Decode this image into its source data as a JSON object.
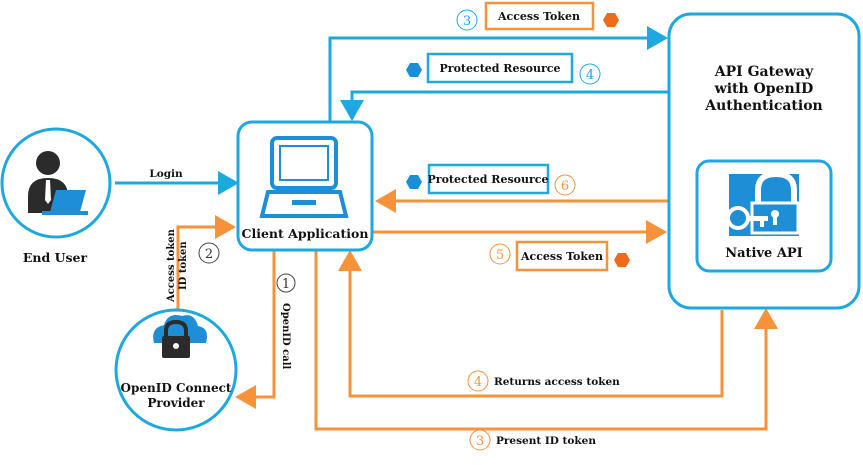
{
  "colors": {
    "blue": "#1ea8e0",
    "orange": "#f5923a",
    "hex_orange": "#ee6b1c",
    "hex_blue": "#1a8fd6",
    "dark": "#2b2b2b"
  },
  "nodes": {
    "end_user": "End User",
    "client": "Client Application",
    "provider_line1": "OpenID Connect",
    "provider_line2": "Provider",
    "gateway_line1": "API Gateway",
    "gateway_line2": "with OpenID",
    "gateway_line3": "Authentication",
    "native_api": "Native API"
  },
  "labels": {
    "login": "Login",
    "access_token_top": "Access Token",
    "protected_resource_top": "Protected Resource",
    "protected_resource_mid": "Protected Resource",
    "access_token_mid": "Access Token",
    "access_token_vertical": "Access token",
    "id_token_vertical": "ID token",
    "openid_call": "OpenID call",
    "returns_access_token": "Returns access token",
    "present_id_token": "Present ID token"
  },
  "steps": {
    "s1": "1",
    "s2": "2",
    "s3_top": "3",
    "s4_top": "4",
    "s5": "5",
    "s6": "6",
    "s4_bottom": "4",
    "s3_bottom": "3"
  },
  "icons": {
    "user": "person-at-laptop-icon",
    "laptop": "laptop-icon",
    "cloud_lock": "cloud-lock-icon",
    "key_lock": "key-lock-icon",
    "hexagon": "hexagon-icon"
  }
}
